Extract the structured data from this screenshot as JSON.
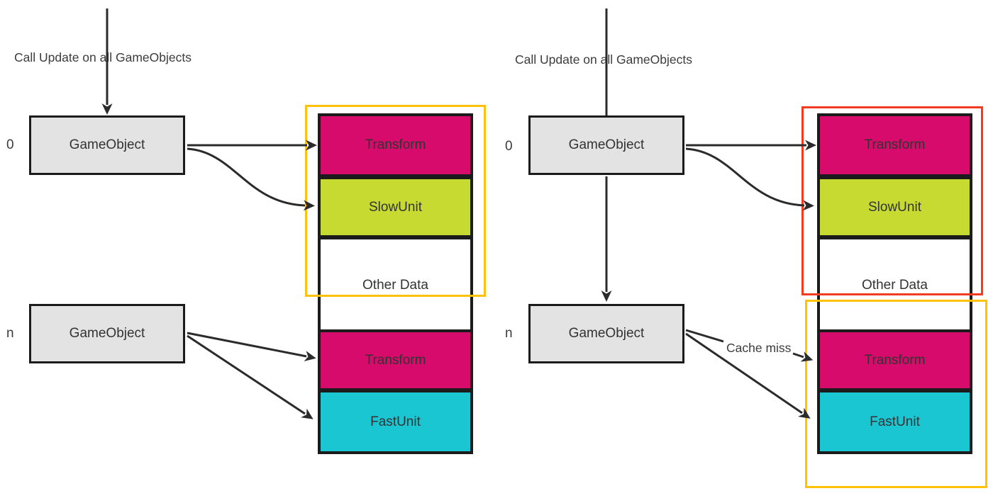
{
  "colors": {
    "magenta": "#D60B6C",
    "green": "#C7DA32",
    "cyan": "#1AC6D1",
    "white": "#FFFFFF",
    "box_gray": "#E3E3E3",
    "yellow_outline": "#FFC10A",
    "red_outline": "#F23B20",
    "line": "#2B2B2B",
    "block_border": "#1B1B1B"
  },
  "left_diagram": {
    "call_update_label": "Call Update on all GameObjects",
    "index_first": "0",
    "index_last": "n",
    "gameobject_top_label": "GameObject",
    "gameobject_bottom_label": "GameObject",
    "memory_blocks": [
      {
        "label": "Transform",
        "color": "#D60B6C"
      },
      {
        "label": "SlowUnit",
        "color": "#C7DA32"
      },
      {
        "label": "Other Data",
        "color": "#FFFFFF"
      },
      {
        "label": "Transform",
        "color": "#D60B6C"
      },
      {
        "label": "FastUnit",
        "color": "#1AC6D1"
      }
    ]
  },
  "right_diagram": {
    "call_update_label": "Call Update on all GameObjects",
    "index_first": "0",
    "index_last": "n",
    "gameobject_top_label": "GameObject",
    "gameobject_bottom_label": "GameObject",
    "cache_miss_label": "Cache miss",
    "memory_blocks": [
      {
        "label": "Transform",
        "color": "#D60B6C"
      },
      {
        "label": "SlowUnit",
        "color": "#C7DA32"
      },
      {
        "label": "Other Data",
        "color": "#FFFFFF"
      },
      {
        "label": "Transform",
        "color": "#D60B6C"
      },
      {
        "label": "FastUnit",
        "color": "#1AC6D1"
      }
    ]
  }
}
